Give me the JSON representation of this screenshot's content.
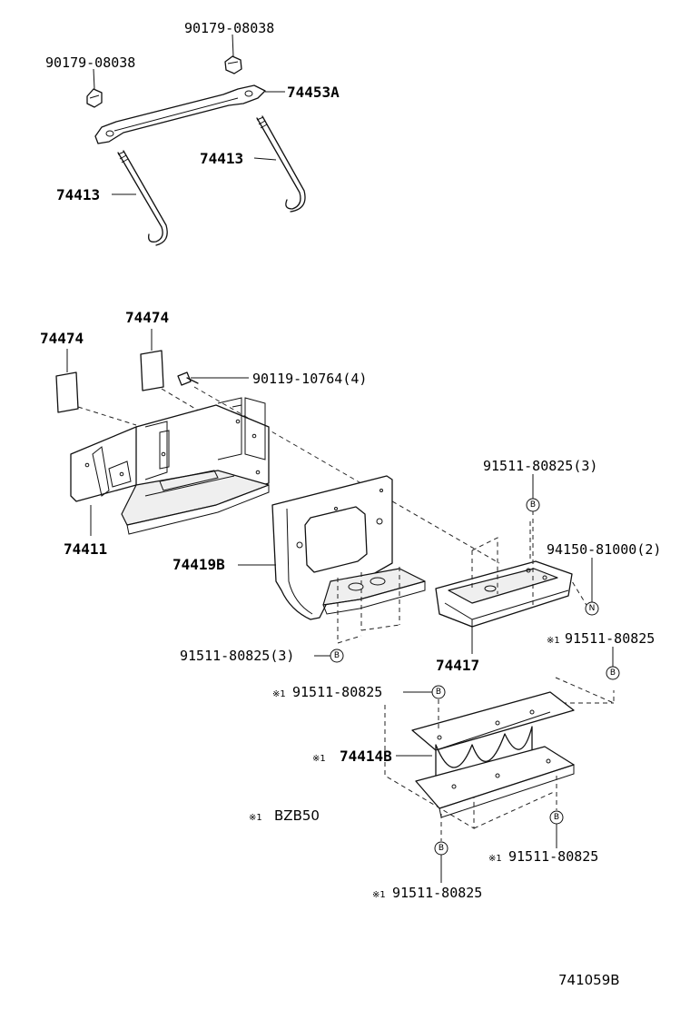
{
  "parts": {
    "nut_upper": "90179-08038",
    "nut_left": "90179-08038",
    "clamp": "74453A",
    "rod_right": "74413",
    "rod_left": "74413",
    "pad_left": "74474",
    "pad_right": "74474",
    "bolt": "90119-10764(4)",
    "tray": "74411",
    "bracket_front": "74419B",
    "bolt_b_upper": "91511-80825(3)",
    "nut_n": "94150-81000(2)",
    "bracket_rear": "74417",
    "bolt_b_left": "91511-80825(3)",
    "bolt_b_ref1": "91511-80825",
    "bolt_b_ref2": "91511-80825",
    "support": "74414B",
    "bolt_b_ref3": "91511-80825",
    "bolt_b_ref4": "91511-80825"
  },
  "markers": {
    "ref": "※1",
    "badge_b": "B",
    "badge_n": "N"
  },
  "note": {
    "model": "BZB50"
  },
  "drawing_id": "741059B"
}
